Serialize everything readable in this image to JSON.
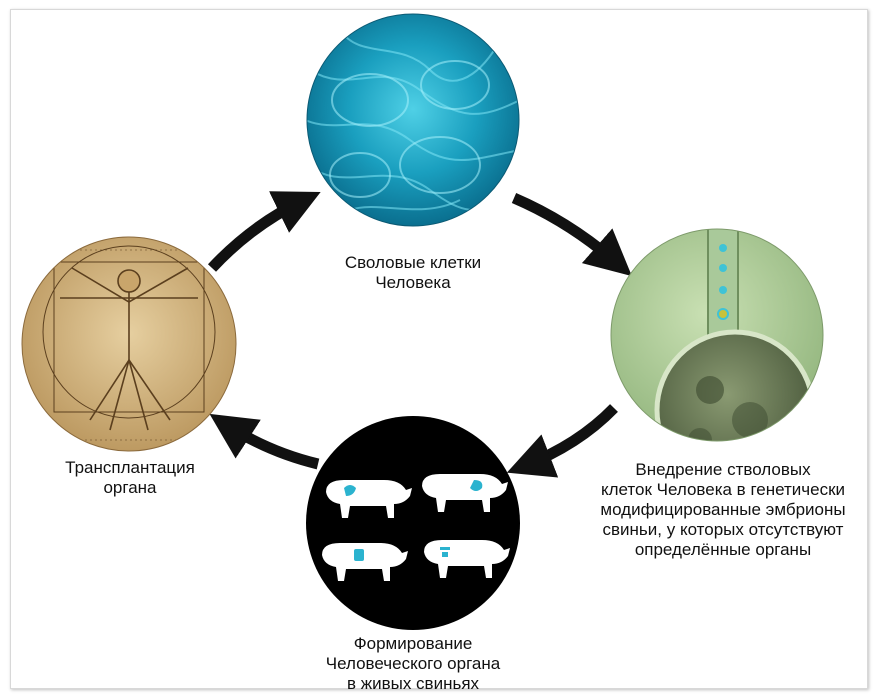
{
  "stages": {
    "stem_cells": {
      "lines": [
        "Своловые клетки",
        "Человека"
      ]
    },
    "injection": {
      "lines": [
        "Внедрение стволовых",
        "клеток Человека в генетически",
        "модифицированные эмбрионы",
        "свиньи, у которых отсутствуют",
        "определённые органы"
      ]
    },
    "growth": {
      "lines": [
        "Формирование",
        "Человеческого органа",
        "в живых свиньях"
      ]
    },
    "transplant": {
      "lines": [
        "Трансплантация",
        "органа"
      ]
    }
  },
  "colors": {
    "arrow": "#111111",
    "cells": "#1aa9c6",
    "embryo_bg": "#b7d3a0",
    "parchment": "#d9bf8c",
    "pig_organ": "#2bb3cf"
  },
  "icons": [
    "vitruvian-man",
    "stem-cell-culture",
    "embryo-injection-micrograph",
    "pig-silhouette"
  ]
}
